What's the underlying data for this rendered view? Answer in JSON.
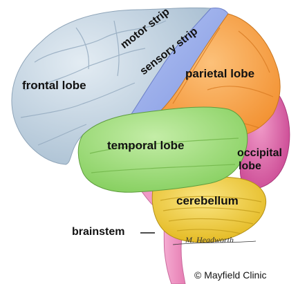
{
  "labels": {
    "frontal": "frontal lobe",
    "motor": "motor strip",
    "sensory": "sensory strip",
    "parietal": "parietal lobe",
    "temporal": "temporal lobe",
    "occipital_line1": "occipital",
    "occipital_line2": "lobe",
    "cerebellum": "cerebellum",
    "brainstem": "brainstem"
  },
  "signature": "M. Headworth",
  "copyright": "© Mayfield Clinic",
  "colors": {
    "frontal": "#c7d6e3",
    "motor": "#9bb0ec",
    "sensory": "#f8a64d",
    "parietal": "#f8a64d",
    "temporal": "#a7df83",
    "occipital": "#e063a8",
    "cerebellum": "#f3d43b",
    "brainstem": "#f08ec1"
  }
}
